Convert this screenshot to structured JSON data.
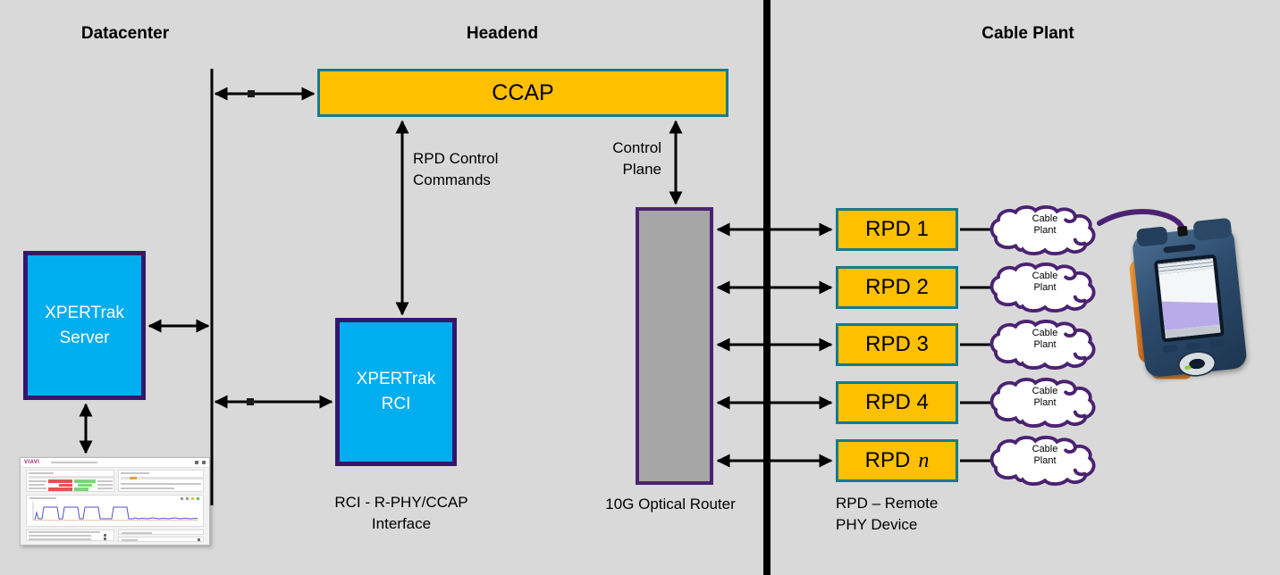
{
  "sections": {
    "datacenter": "Datacenter",
    "headend": "Headend",
    "cable_plant": "Cable Plant"
  },
  "datacenter": {
    "server": {
      "line1": "XPERTrak",
      "line2": "Server"
    },
    "thumbnail_logo": "VIAVI"
  },
  "headend": {
    "ccap_label": "CCAP",
    "rci": {
      "line1": "XPERTrak",
      "line2": "RCI"
    },
    "rpd_control_line1": "RPD Control",
    "rpd_control_line2": "Commands",
    "control_plane_line1": "Control",
    "control_plane_line2": "Plane",
    "rci_caption_line1": "RCI - R-PHY/CCAP",
    "rci_caption_line2": "Interface",
    "router_caption": "10G Optical Router"
  },
  "cable_plant": {
    "rpds": [
      {
        "label": "RPD 1",
        "suffix": ""
      },
      {
        "label": "RPD 2",
        "suffix": ""
      },
      {
        "label": "RPD 3",
        "suffix": ""
      },
      {
        "label": "RPD 4",
        "suffix": ""
      },
      {
        "label": "RPD",
        "suffix": "n"
      }
    ],
    "cloud": {
      "line1": "Cable",
      "line2": "Plant"
    },
    "rpd_caption_line1": "RPD – Remote",
    "rpd_caption_line2": "PHY Device"
  },
  "colors": {
    "background": "#D9D9D9",
    "box_fill_orange": "#FFC000",
    "box_border_teal": "#177A8C",
    "box_fill_blue": "#00AEEF",
    "box_border_purple": "#35176B",
    "cloud_purple": "#4B2272",
    "router_gray": "#A6A6A6",
    "arrow_black": "#000000"
  }
}
